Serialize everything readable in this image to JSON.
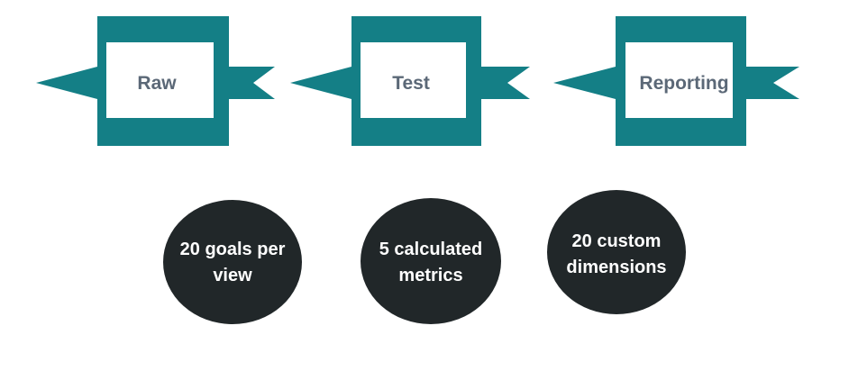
{
  "colors": {
    "teal": "#147f86",
    "inner_box": "#ffffff",
    "stage_text": "#5b6877",
    "circle_fill": "#212729",
    "circle_text": "#ffffff"
  },
  "stages": [
    {
      "label": "Raw"
    },
    {
      "label": "Test"
    },
    {
      "label": "Reporting"
    }
  ],
  "limits": [
    {
      "line1": "20 goals per",
      "line2": "view"
    },
    {
      "line1": "5 calculated",
      "line2": "metrics"
    },
    {
      "line1": "20 custom",
      "line2": "dimensions"
    }
  ]
}
